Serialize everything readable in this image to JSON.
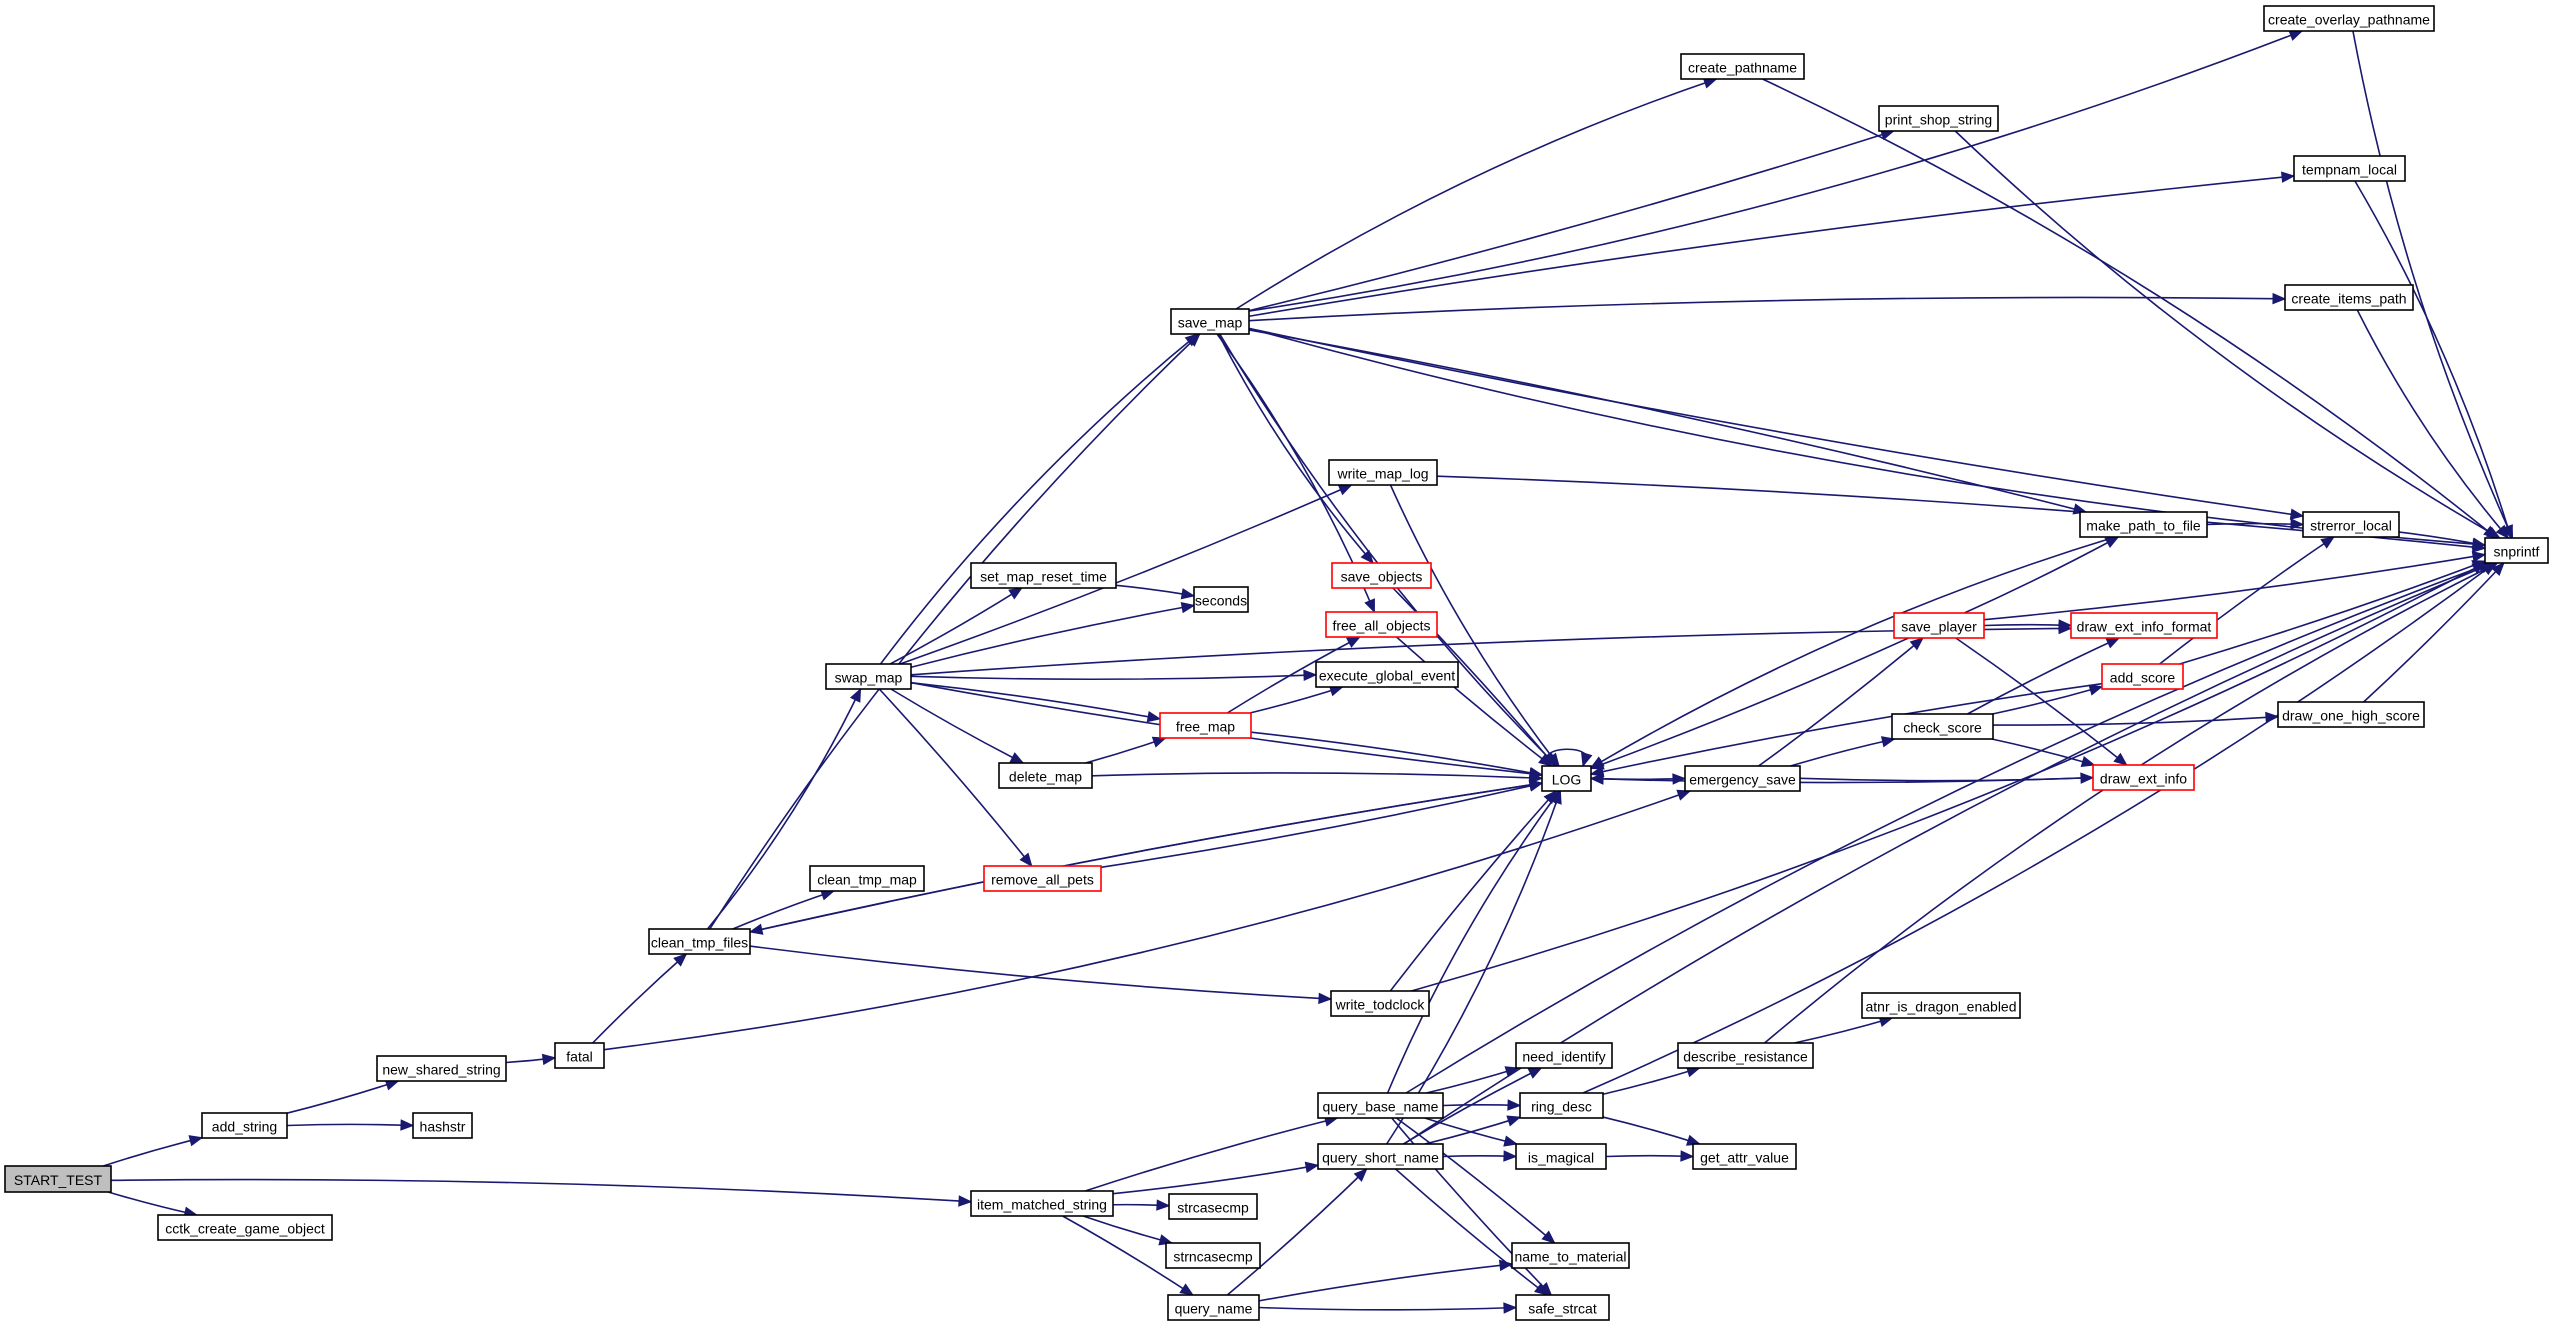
{
  "graph": {
    "title": "START_TEST call graph",
    "colors": {
      "edge": "#191970",
      "root_fill": "#bfbfbf",
      "node_border": "#000000",
      "truncated_border": "#ff0000",
      "node_fill": "#ffffff"
    },
    "root": "START_TEST",
    "nodes": [
      {
        "id": "START_TEST",
        "label": "START_TEST",
        "kind": "root"
      },
      {
        "id": "add_string",
        "label": "add_string",
        "kind": "normal"
      },
      {
        "id": "cctk_create_game_object",
        "label": "cctk_create_game_object",
        "kind": "normal"
      },
      {
        "id": "new_shared_string",
        "label": "new_shared_string",
        "kind": "normal"
      },
      {
        "id": "hashstr",
        "label": "hashstr",
        "kind": "normal"
      },
      {
        "id": "fatal",
        "label": "fatal",
        "kind": "normal"
      },
      {
        "id": "clean_tmp_files",
        "label": "clean_tmp_files",
        "kind": "normal"
      },
      {
        "id": "clean_tmp_map",
        "label": "clean_tmp_map",
        "kind": "normal"
      },
      {
        "id": "remove_all_pets",
        "label": "remove_all_pets",
        "kind": "truncated"
      },
      {
        "id": "swap_map",
        "label": "swap_map",
        "kind": "normal"
      },
      {
        "id": "save_map",
        "label": "save_map",
        "kind": "normal"
      },
      {
        "id": "set_map_reset_time",
        "label": "set_map_reset_time",
        "kind": "normal"
      },
      {
        "id": "seconds",
        "label": "seconds",
        "kind": "normal"
      },
      {
        "id": "write_map_log",
        "label": "write_map_log",
        "kind": "normal"
      },
      {
        "id": "save_objects",
        "label": "save_objects",
        "kind": "truncated"
      },
      {
        "id": "free_all_objects",
        "label": "free_all_objects",
        "kind": "truncated"
      },
      {
        "id": "execute_global_event",
        "label": "execute_global_event",
        "kind": "normal"
      },
      {
        "id": "free_map",
        "label": "free_map",
        "kind": "truncated"
      },
      {
        "id": "delete_map",
        "label": "delete_map",
        "kind": "normal"
      },
      {
        "id": "LOG",
        "label": "LOG",
        "kind": "normal"
      },
      {
        "id": "emergency_save",
        "label": "emergency_save",
        "kind": "normal"
      },
      {
        "id": "write_todclock",
        "label": "write_todclock",
        "kind": "normal"
      },
      {
        "id": "item_matched_string",
        "label": "item_matched_string",
        "kind": "normal"
      },
      {
        "id": "strcasecmp",
        "label": "strcasecmp",
        "kind": "normal"
      },
      {
        "id": "strncasecmp",
        "label": "strncasecmp",
        "kind": "normal"
      },
      {
        "id": "query_name",
        "label": "query_name",
        "kind": "normal"
      },
      {
        "id": "query_base_name",
        "label": "query_base_name",
        "kind": "normal"
      },
      {
        "id": "query_short_name",
        "label": "query_short_name",
        "kind": "normal"
      },
      {
        "id": "need_identify",
        "label": "need_identify",
        "kind": "normal"
      },
      {
        "id": "ring_desc",
        "label": "ring_desc",
        "kind": "normal"
      },
      {
        "id": "is_magical",
        "label": "is_magical",
        "kind": "normal"
      },
      {
        "id": "name_to_material",
        "label": "name_to_material",
        "kind": "normal"
      },
      {
        "id": "safe_strcat",
        "label": "safe_strcat",
        "kind": "normal"
      },
      {
        "id": "describe_resistance",
        "label": "describe_resistance",
        "kind": "normal"
      },
      {
        "id": "atnr_is_dragon_enabled",
        "label": "atnr_is_dragon_enabled",
        "kind": "normal"
      },
      {
        "id": "get_attr_value",
        "label": "get_attr_value",
        "kind": "normal"
      },
      {
        "id": "check_score",
        "label": "check_score",
        "kind": "normal"
      },
      {
        "id": "save_player",
        "label": "save_player",
        "kind": "truncated"
      },
      {
        "id": "add_score",
        "label": "add_score",
        "kind": "truncated"
      },
      {
        "id": "draw_ext_info_format",
        "label": "draw_ext_info_format",
        "kind": "truncated"
      },
      {
        "id": "draw_ext_info",
        "label": "draw_ext_info",
        "kind": "truncated"
      },
      {
        "id": "draw_one_high_score",
        "label": "draw_one_high_score",
        "kind": "normal"
      },
      {
        "id": "make_path_to_file",
        "label": "make_path_to_file",
        "kind": "normal"
      },
      {
        "id": "strerror_local",
        "label": "strerror_local",
        "kind": "normal"
      },
      {
        "id": "snprintf",
        "label": "snprintf",
        "kind": "normal"
      },
      {
        "id": "create_overlay_pathname",
        "label": "create_overlay_pathname",
        "kind": "normal"
      },
      {
        "id": "create_pathname",
        "label": "create_pathname",
        "kind": "normal"
      },
      {
        "id": "print_shop_string",
        "label": "print_shop_string",
        "kind": "normal"
      },
      {
        "id": "tempnam_local",
        "label": "tempnam_local",
        "kind": "normal"
      },
      {
        "id": "create_items_path",
        "label": "create_items_path",
        "kind": "normal"
      }
    ],
    "edges": [
      [
        "START_TEST",
        "add_string"
      ],
      [
        "START_TEST",
        "cctk_create_game_object"
      ],
      [
        "START_TEST",
        "item_matched_string"
      ],
      [
        "add_string",
        "new_shared_string"
      ],
      [
        "add_string",
        "hashstr"
      ],
      [
        "new_shared_string",
        "fatal"
      ],
      [
        "fatal",
        "clean_tmp_files"
      ],
      [
        "fatal",
        "emergency_save"
      ],
      [
        "clean_tmp_files",
        "clean_tmp_map"
      ],
      [
        "clean_tmp_files",
        "swap_map"
      ],
      [
        "clean_tmp_files",
        "save_map"
      ],
      [
        "clean_tmp_files",
        "write_todclock"
      ],
      [
        "clean_tmp_files",
        "LOG"
      ],
      [
        "LOG",
        "clean_tmp_files"
      ],
      [
        "swap_map",
        "save_map"
      ],
      [
        "swap_map",
        "write_map_log"
      ],
      [
        "swap_map",
        "draw_ext_info_format"
      ],
      [
        "swap_map",
        "set_map_reset_time"
      ],
      [
        "swap_map",
        "seconds"
      ],
      [
        "swap_map",
        "execute_global_event"
      ],
      [
        "swap_map",
        "free_map"
      ],
      [
        "swap_map",
        "delete_map"
      ],
      [
        "swap_map",
        "remove_all_pets"
      ],
      [
        "swap_map",
        "LOG"
      ],
      [
        "set_map_reset_time",
        "seconds"
      ],
      [
        "save_map",
        "create_overlay_pathname"
      ],
      [
        "save_map",
        "create_pathname"
      ],
      [
        "save_map",
        "print_shop_string"
      ],
      [
        "save_map",
        "tempnam_local"
      ],
      [
        "save_map",
        "snprintf"
      ],
      [
        "save_map",
        "create_items_path"
      ],
      [
        "save_map",
        "strerror_local"
      ],
      [
        "save_map",
        "make_path_to_file"
      ],
      [
        "save_map",
        "save_objects"
      ],
      [
        "save_map",
        "free_all_objects"
      ],
      [
        "save_map",
        "LOG"
      ],
      [
        "write_map_log",
        "snprintf"
      ],
      [
        "write_map_log",
        "LOG"
      ],
      [
        "save_objects",
        "LOG"
      ],
      [
        "free_all_objects",
        "LOG"
      ],
      [
        "free_map",
        "free_all_objects"
      ],
      [
        "free_map",
        "execute_global_event"
      ],
      [
        "free_map",
        "LOG"
      ],
      [
        "delete_map",
        "free_map"
      ],
      [
        "delete_map",
        "LOG"
      ],
      [
        "remove_all_pets",
        "LOG"
      ],
      [
        "LOG",
        "LOG"
      ],
      [
        "LOG",
        "emergency_save"
      ],
      [
        "emergency_save",
        "LOG"
      ],
      [
        "emergency_save",
        "save_player"
      ],
      [
        "emergency_save",
        "check_score"
      ],
      [
        "emergency_save",
        "draw_ext_info"
      ],
      [
        "save_player",
        "LOG"
      ],
      [
        "save_player",
        "make_path_to_file"
      ],
      [
        "save_player",
        "draw_ext_info_format"
      ],
      [
        "save_player",
        "snprintf"
      ],
      [
        "save_player",
        "draw_ext_info"
      ],
      [
        "check_score",
        "add_score"
      ],
      [
        "check_score",
        "draw_ext_info_format"
      ],
      [
        "check_score",
        "draw_one_high_score"
      ],
      [
        "check_score",
        "draw_ext_info"
      ],
      [
        "add_score",
        "LOG"
      ],
      [
        "add_score",
        "strerror_local"
      ],
      [
        "add_score",
        "snprintf"
      ],
      [
        "draw_ext_info",
        "LOG"
      ],
      [
        "draw_one_high_score",
        "snprintf"
      ],
      [
        "make_path_to_file",
        "strerror_local"
      ],
      [
        "make_path_to_file",
        "LOG"
      ],
      [
        "strerror_local",
        "snprintf"
      ],
      [
        "create_overlay_pathname",
        "snprintf"
      ],
      [
        "create_pathname",
        "snprintf"
      ],
      [
        "print_shop_string",
        "snprintf"
      ],
      [
        "tempnam_local",
        "snprintf"
      ],
      [
        "create_items_path",
        "snprintf"
      ],
      [
        "write_todclock",
        "LOG"
      ],
      [
        "write_todclock",
        "snprintf"
      ],
      [
        "item_matched_string",
        "query_base_name"
      ],
      [
        "item_matched_string",
        "query_short_name"
      ],
      [
        "item_matched_string",
        "strcasecmp"
      ],
      [
        "item_matched_string",
        "strncasecmp"
      ],
      [
        "item_matched_string",
        "query_name"
      ],
      [
        "query_name",
        "query_short_name"
      ],
      [
        "query_name",
        "name_to_material"
      ],
      [
        "query_name",
        "safe_strcat"
      ],
      [
        "query_base_name",
        "LOG"
      ],
      [
        "query_base_name",
        "need_identify"
      ],
      [
        "query_base_name",
        "ring_desc"
      ],
      [
        "query_base_name",
        "is_magical"
      ],
      [
        "query_base_name",
        "name_to_material"
      ],
      [
        "query_base_name",
        "safe_strcat"
      ],
      [
        "query_base_name",
        "snprintf"
      ],
      [
        "query_short_name",
        "LOG"
      ],
      [
        "query_short_name",
        "need_identify"
      ],
      [
        "query_short_name",
        "ring_desc"
      ],
      [
        "query_short_name",
        "is_magical"
      ],
      [
        "query_short_name",
        "safe_strcat"
      ],
      [
        "query_short_name",
        "snprintf"
      ],
      [
        "ring_desc",
        "describe_resistance"
      ],
      [
        "ring_desc",
        "get_attr_value"
      ],
      [
        "ring_desc",
        "snprintf"
      ],
      [
        "is_magical",
        "get_attr_value"
      ],
      [
        "describe_resistance",
        "atnr_is_dragon_enabled"
      ],
      [
        "describe_resistance",
        "snprintf"
      ]
    ]
  }
}
